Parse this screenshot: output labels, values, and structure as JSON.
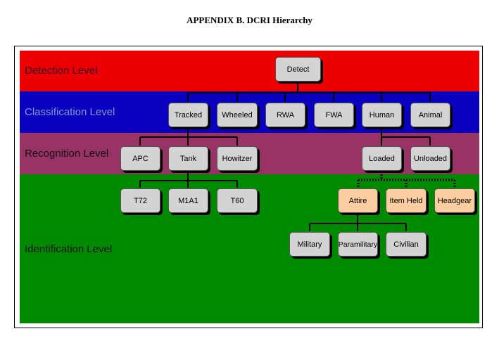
{
  "title": "APPENDIX B.  DCRI Hierarchy",
  "colors": {
    "detection": "#ee0000",
    "classification": "#0a00c0",
    "recognition": "#993366",
    "identification": "#008a00",
    "node_gray": "#d3d3d3",
    "node_peach": "#fccda0"
  },
  "levels": {
    "detection": "Detection Level",
    "classification": "Classification Level",
    "recognition": "Recognition Level",
    "identification": "Identification Level"
  },
  "nodes": {
    "detect": "Detect",
    "tracked": "Tracked",
    "wheeled": "Wheeled",
    "rwa": "RWA",
    "fwa": "FWA",
    "human": "Human",
    "animal": "Animal",
    "apc": "APC",
    "tank": "Tank",
    "howitzer": "Howitzer",
    "loaded": "Loaded",
    "unloaded": "Unloaded",
    "t72": "T72",
    "m1a1": "M1A1",
    "t60": "T60",
    "attire": "Attire",
    "item_held": "Item Held",
    "headgear": "Headgear",
    "military": "Military",
    "paramilitary": "Paramilitary",
    "civilian": "Civilian"
  }
}
